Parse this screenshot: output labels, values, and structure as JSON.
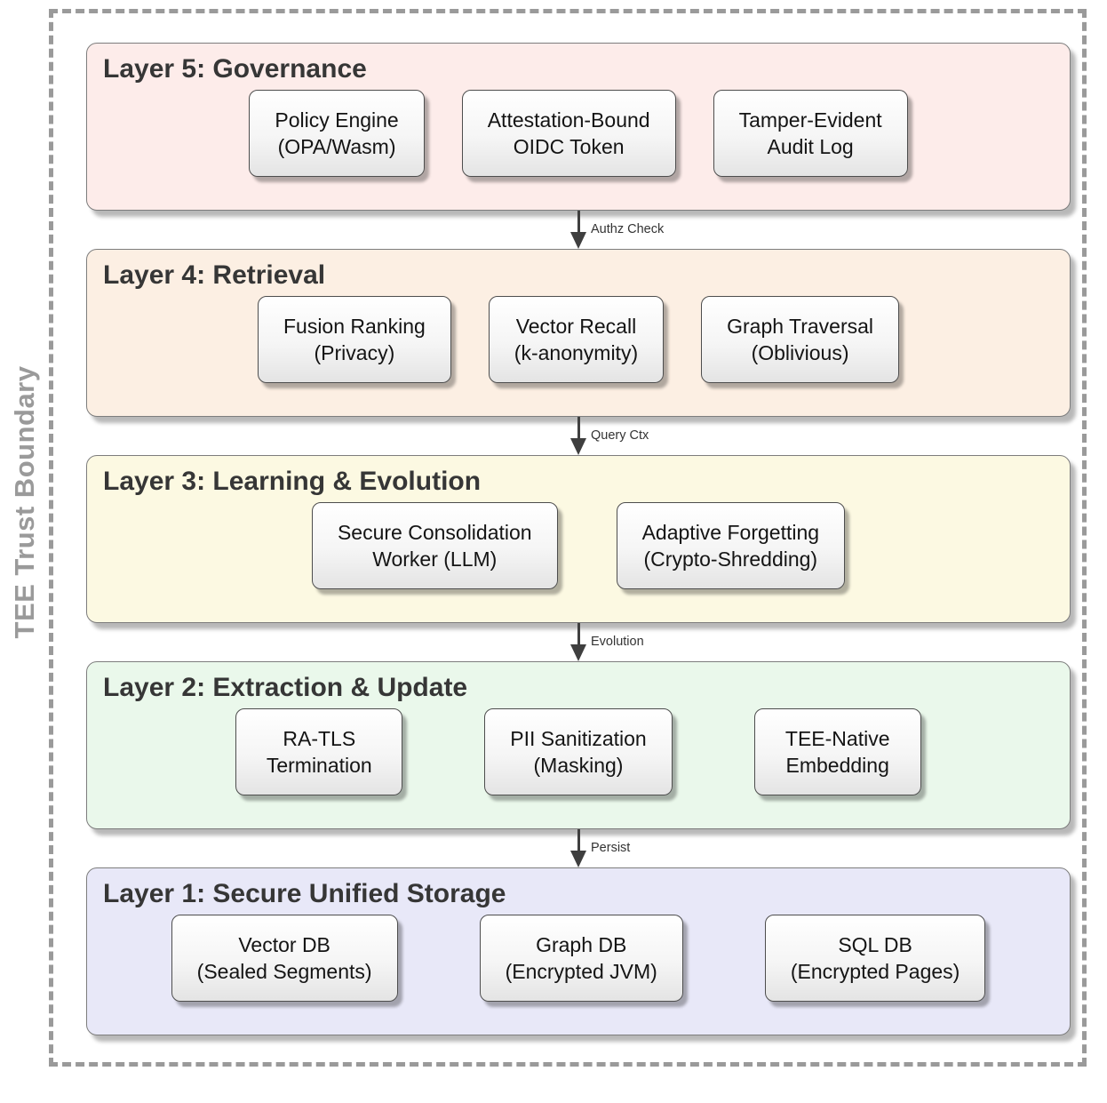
{
  "boundary": {
    "label": "TEE Trust Boundary",
    "color": "#9a9a9a"
  },
  "accent_colors": {
    "arrow": "#3f3f3f",
    "layer_title_text": "#363636",
    "node_border": "#4d4d4d"
  },
  "layers": [
    {
      "title": "Layer 5: Governance",
      "bg": "#fdecea",
      "nodes": [
        {
          "label": "Policy Engine\n(OPA/Wasm)"
        },
        {
          "label": "Attestation-Bound\nOIDC Token"
        },
        {
          "label": "Tamper-Evident\nAudit Log"
        }
      ]
    },
    {
      "title": "Layer 4: Retrieval",
      "bg": "#fcefe3",
      "nodes": [
        {
          "label": "Fusion Ranking\n(Privacy)"
        },
        {
          "label": "Vector Recall\n(k-anonymity)"
        },
        {
          "label": "Graph Traversal\n(Oblivious)"
        }
      ]
    },
    {
      "title": "Layer 3: Learning & Evolution",
      "bg": "#fcf9e2",
      "nodes": [
        {
          "label": "Secure Consolidation\nWorker (LLM)"
        },
        {
          "label": "Adaptive Forgetting\n(Crypto-Shredding)"
        }
      ]
    },
    {
      "title": "Layer 2: Extraction & Update",
      "bg": "#eaf8eb",
      "nodes": [
        {
          "label": "RA-TLS\nTermination"
        },
        {
          "label": "PII Sanitization\n(Masking)"
        },
        {
          "label": "TEE-Native\nEmbedding"
        }
      ]
    },
    {
      "title": "Layer 1: Secure Unified Storage",
      "bg": "#e8e8f8",
      "nodes": [
        {
          "label": "Vector DB\n(Sealed Segments)"
        },
        {
          "label": "Graph DB\n(Encrypted JVM)"
        },
        {
          "label": "SQL DB\n(Encrypted Pages)"
        }
      ]
    }
  ],
  "arrows": [
    {
      "label": "Authz Check"
    },
    {
      "label": "Query Ctx"
    },
    {
      "label": "Evolution"
    },
    {
      "label": "Persist"
    }
  ]
}
